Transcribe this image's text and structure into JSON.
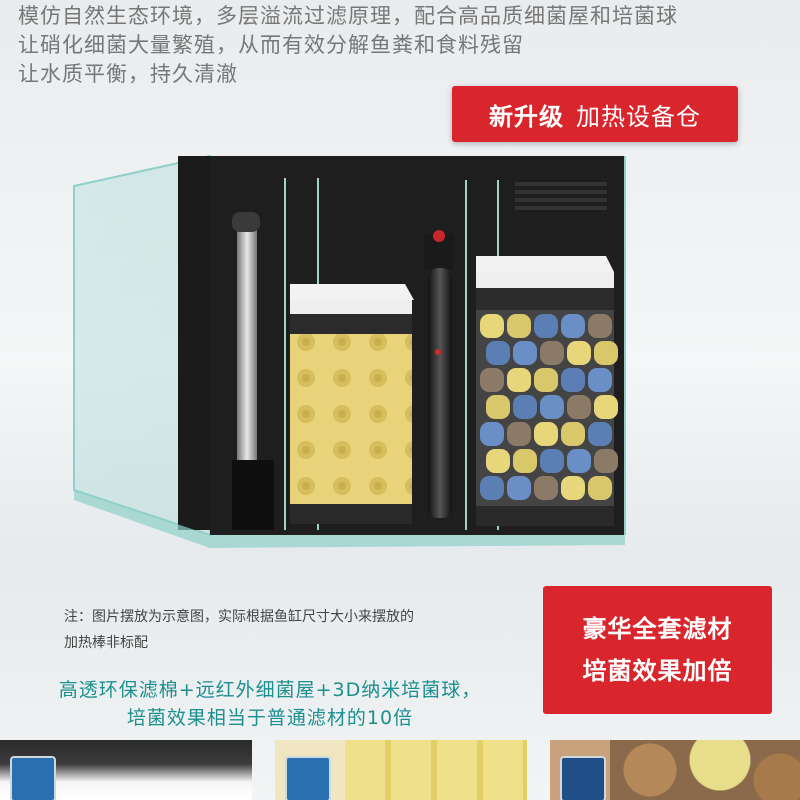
{
  "intro": {
    "line1": "模仿自然生态环境，多层溢流过滤原理，配合高品质细菌屋和培菌球",
    "line2": "让硝化细菌大量繁殖，从而有效分解鱼粪和食料残留",
    "line3": "让水质平衡，持久清澈"
  },
  "callout": {
    "bold": "新升级",
    "text": "加热设备仓"
  },
  "note": {
    "line1": "注：图片摆放为示意图，实际根据鱼缸尺寸大小来摆放的",
    "line2": "加热棒非标配"
  },
  "side_badge": {
    "line1": "豪华全套滤材",
    "line2": "培菌效果加倍"
  },
  "features": {
    "line1": "高透环保滤棉+远红外细菌屋+3D纳米培菌球，",
    "line2": "培菌效果相当于普通滤材的10倍"
  },
  "colors": {
    "accent_red": "#d9262c",
    "teal_text": "#1c8f8f",
    "intro_gray": "#777777"
  },
  "icons": [
    "filter-sponge-icon",
    "bacteria-house-icon",
    "bio-ball-icon"
  ]
}
